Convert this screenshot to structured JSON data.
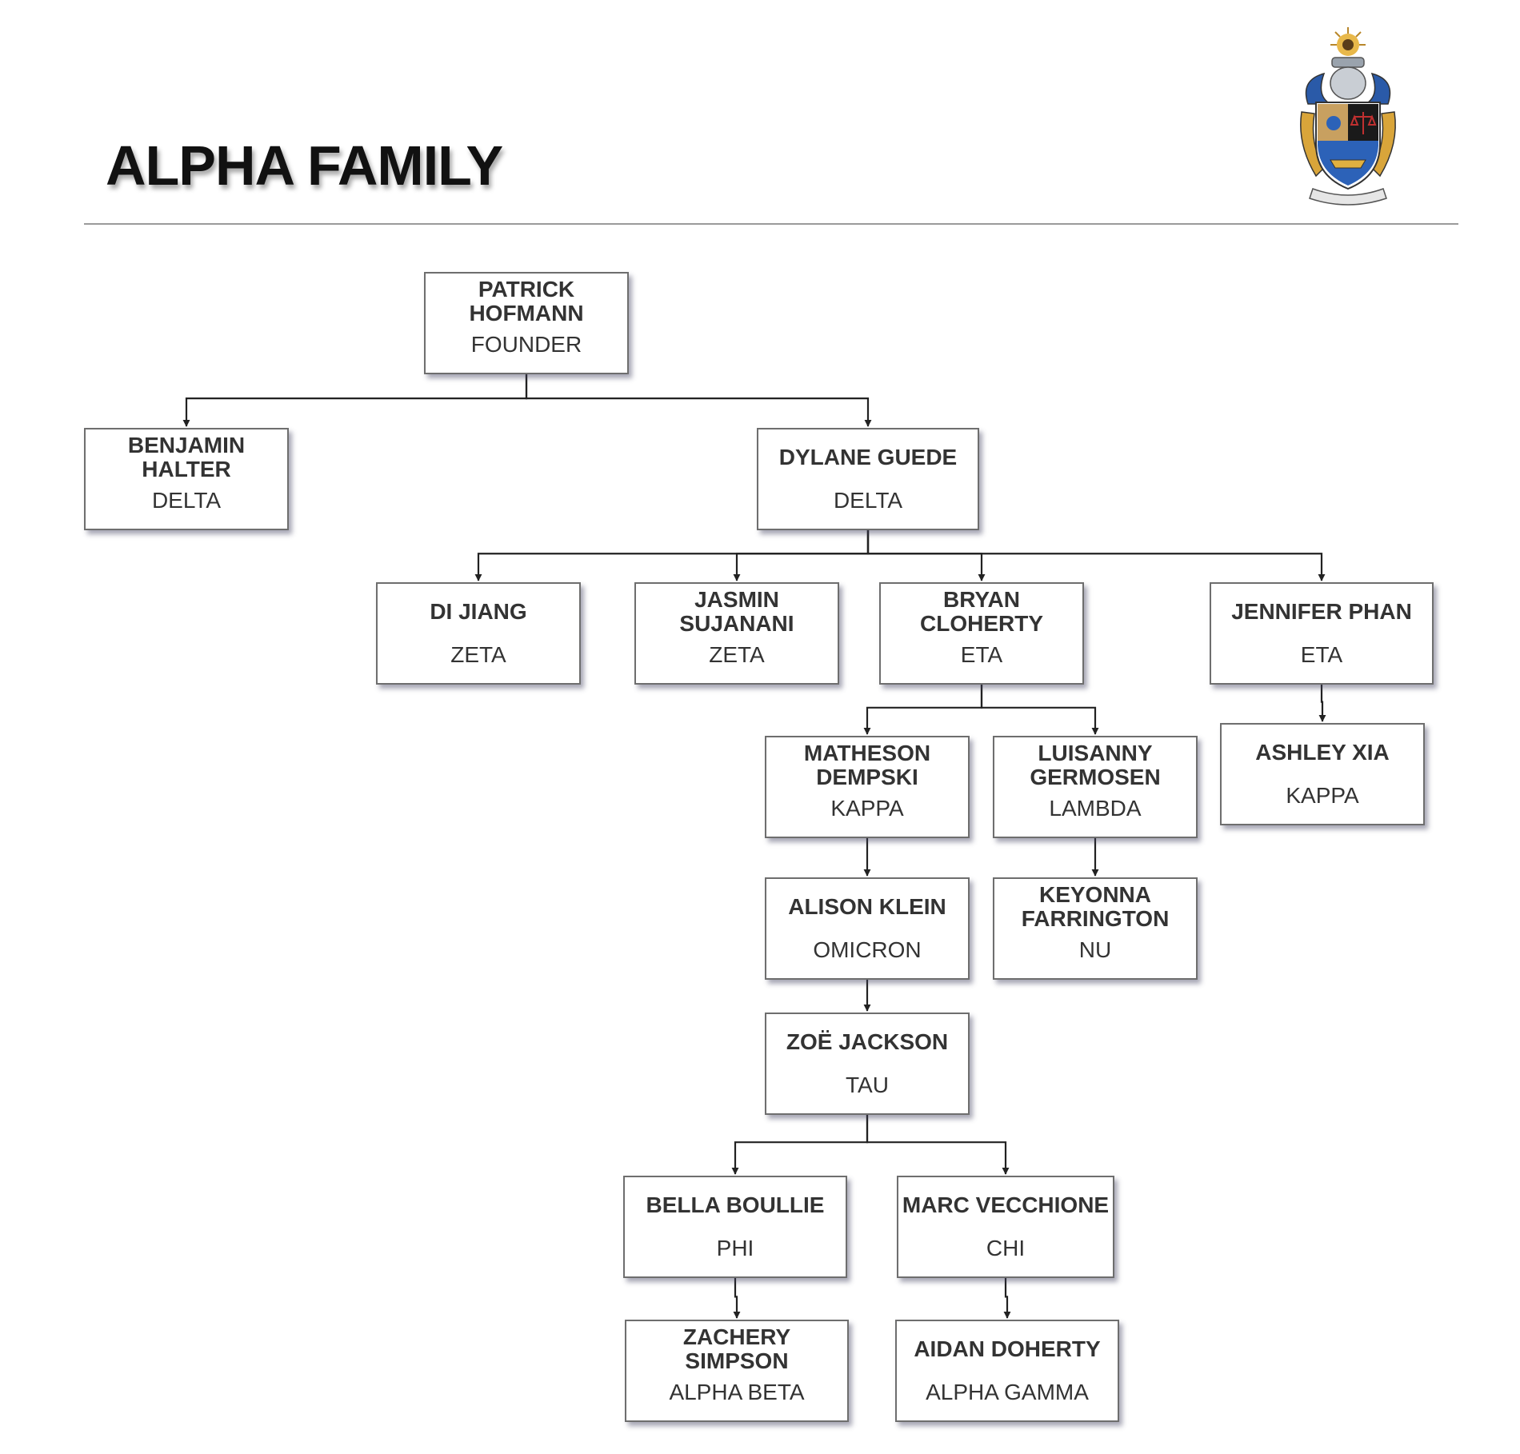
{
  "title": "ALPHA FAMILY",
  "colors": {
    "text": "#333333",
    "line": "#222222",
    "box_border": "#6e6e6e"
  },
  "crest": {
    "icon": "fraternity-crest-icon"
  },
  "nodes": {
    "patrick": {
      "name": "PATRICK\nHOFMANN",
      "chapter": "FOUNDER"
    },
    "benjamin": {
      "name": "BENJAMIN\nHALTER",
      "chapter": "DELTA"
    },
    "dylane": {
      "name": "DYLANE GUEDE",
      "chapter": "DELTA"
    },
    "di": {
      "name": "DI JIANG",
      "chapter": "ZETA"
    },
    "jasmin": {
      "name": "JASMIN\nSUJANANI",
      "chapter": "ZETA"
    },
    "bryan": {
      "name": "BRYAN\nCLOHERTY",
      "chapter": "ETA"
    },
    "jennifer": {
      "name": "JENNIFER PHAN",
      "chapter": "ETA"
    },
    "matheson": {
      "name": "MATHESON\nDEMPSKI",
      "chapter": "KAPPA"
    },
    "luisanny": {
      "name": "LUISANNY\nGERMOSEN",
      "chapter": "LAMBDA"
    },
    "ashley": {
      "name": "ASHLEY XIA",
      "chapter": "KAPPA"
    },
    "alison": {
      "name": "ALISON KLEIN",
      "chapter": "OMICRON"
    },
    "keyonna": {
      "name": "KEYONNA\nFARRINGTON",
      "chapter": "NU"
    },
    "zoe": {
      "name": "ZOË JACKSON",
      "chapter": "TAU"
    },
    "bella": {
      "name": "BELLA BOULLIE",
      "chapter": "PHI"
    },
    "marc": {
      "name": "MARC VECCHIONE",
      "chapter": "CHI"
    },
    "zachery": {
      "name": "ZACHERY\nSIMPSON",
      "chapter": "ALPHA BETA"
    },
    "aidan": {
      "name": "AIDAN DOHERTY",
      "chapter": "ALPHA GAMMA"
    }
  },
  "edges": [
    [
      "patrick",
      "benjamin"
    ],
    [
      "patrick",
      "dylane"
    ],
    [
      "dylane",
      "di"
    ],
    [
      "dylane",
      "jasmin"
    ],
    [
      "dylane",
      "bryan"
    ],
    [
      "dylane",
      "jennifer"
    ],
    [
      "bryan",
      "matheson"
    ],
    [
      "bryan",
      "luisanny"
    ],
    [
      "jennifer",
      "ashley"
    ],
    [
      "matheson",
      "alison"
    ],
    [
      "luisanny",
      "keyonna"
    ],
    [
      "alison",
      "zoe"
    ],
    [
      "zoe",
      "bella"
    ],
    [
      "zoe",
      "marc"
    ],
    [
      "bella",
      "zachery"
    ],
    [
      "marc",
      "aidan"
    ]
  ]
}
